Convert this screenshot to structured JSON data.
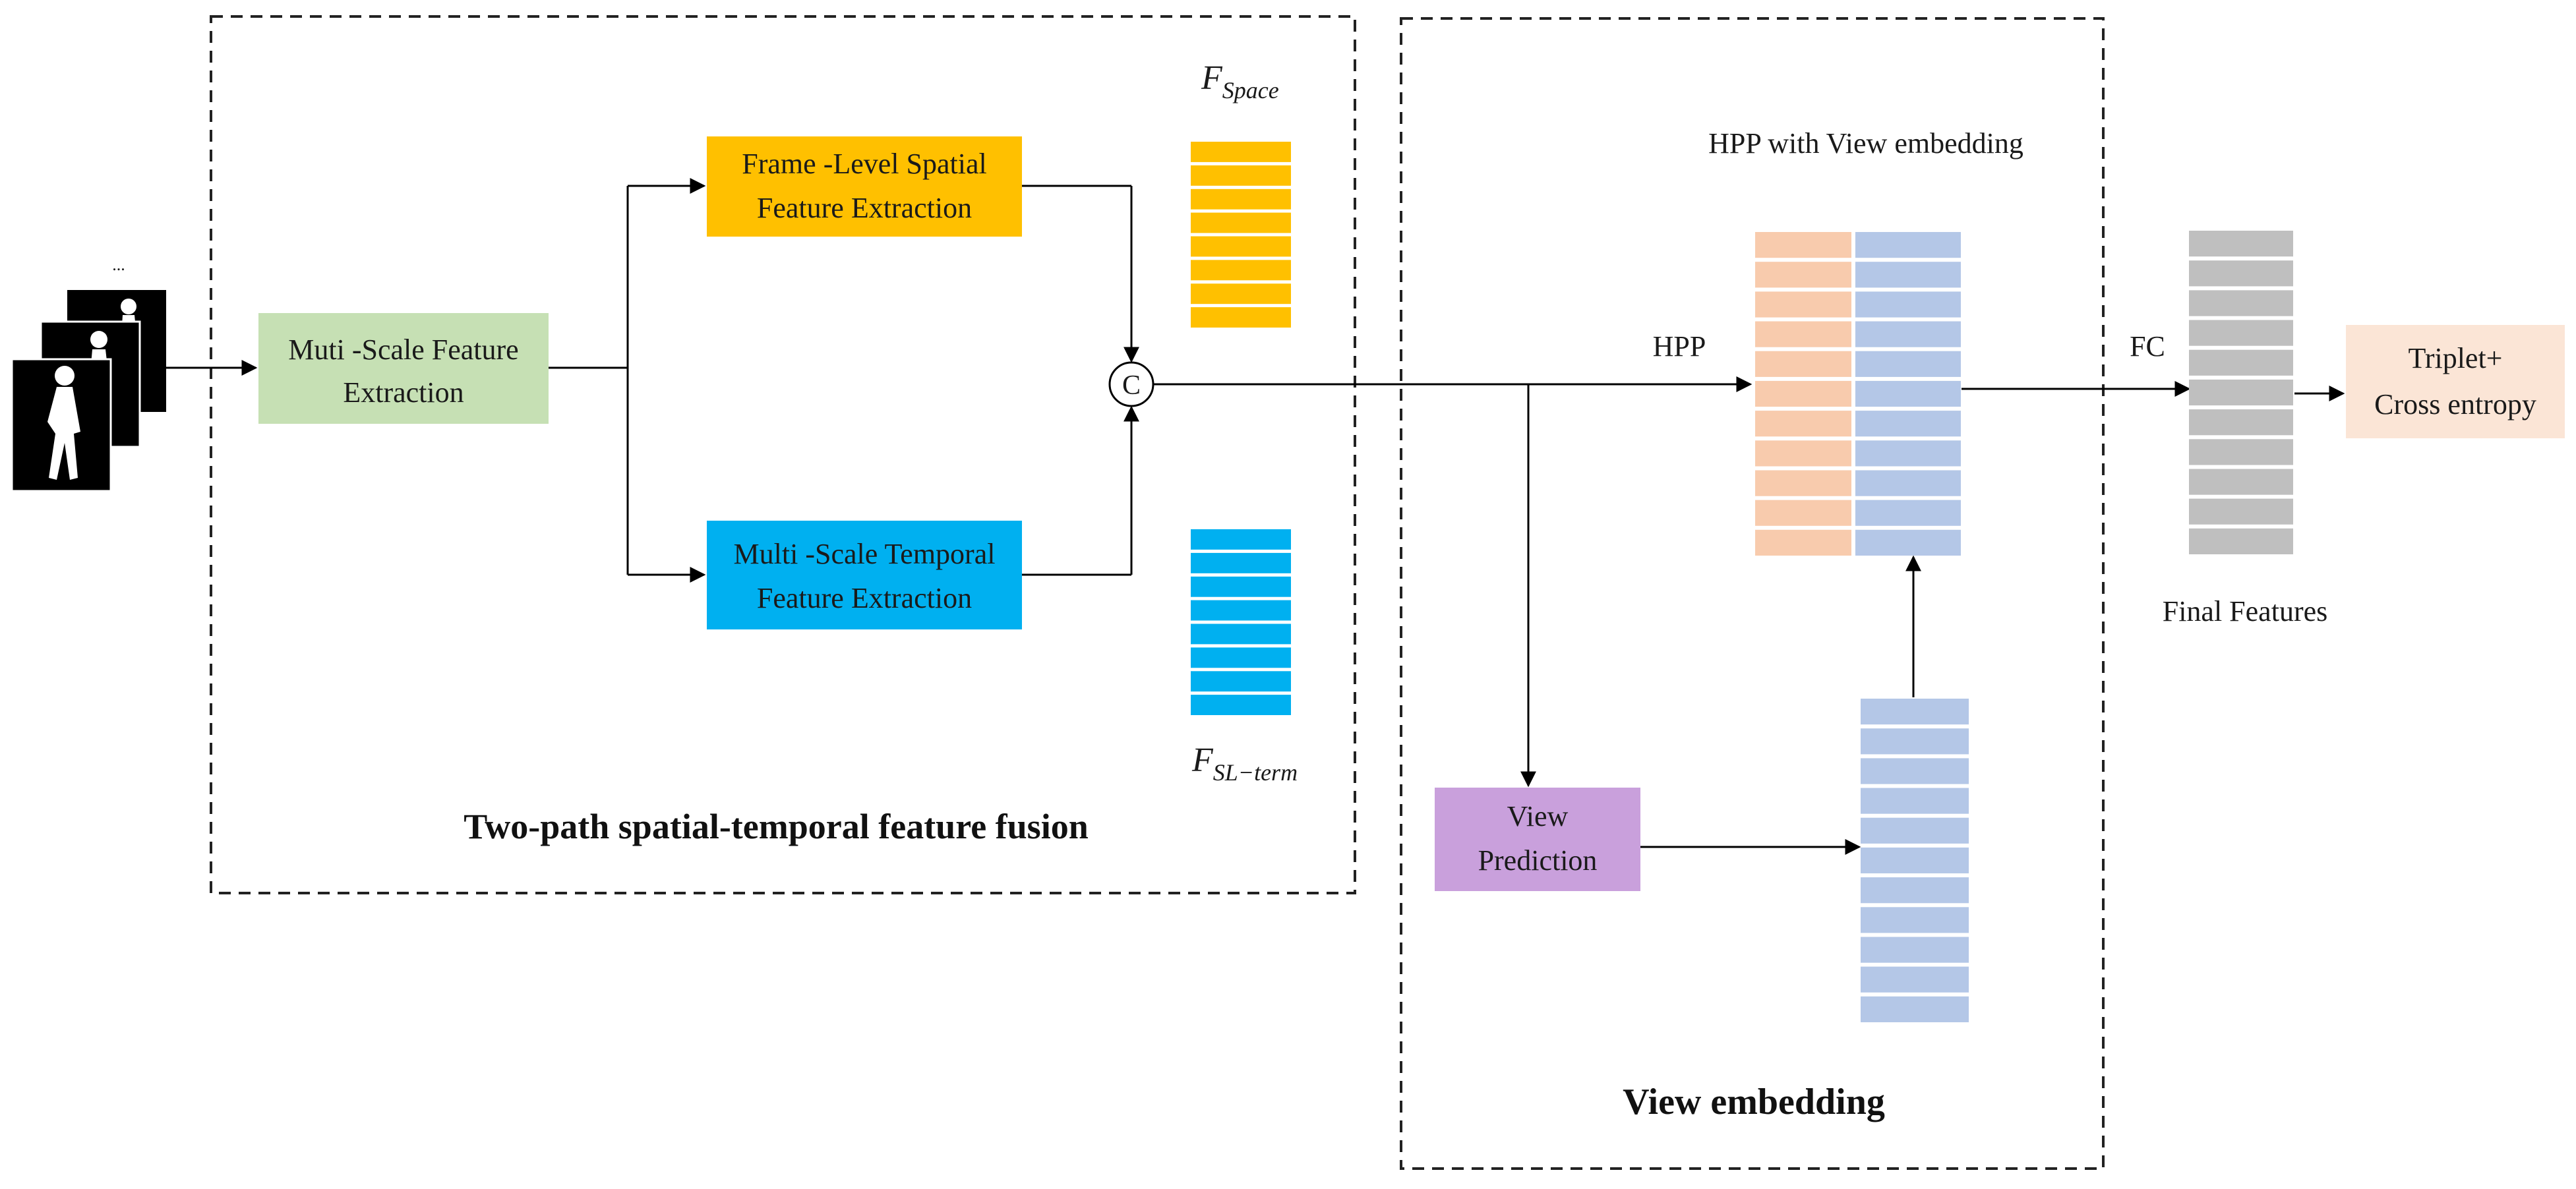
{
  "colors": {
    "green_box": "#c6e0b4",
    "orange_box": "#ffc000",
    "blue_box": "#00b0f0",
    "purple_box": "#c9a0dc",
    "peach_box": "#fbe5d6",
    "hpp_left": "#f8cbad",
    "hpp_right": "#b4c7e7",
    "gray_bars": "#bfbfbf",
    "line": "#000000"
  },
  "input": {
    "dots": "..."
  },
  "boxes": {
    "multi_scale": [
      "Muti -Scale Feature",
      "Extraction"
    ],
    "frame_level": [
      "Frame -Level Spatial",
      "Feature Extraction"
    ],
    "temporal": [
      "Multi -Scale Temporal",
      "Feature Extraction"
    ],
    "view_prediction": [
      "View",
      "Prediction"
    ],
    "triplet": [
      "Triplet+",
      "Cross entropy"
    ]
  },
  "concat_symbol": "C",
  "labels": {
    "f_space_main": "F",
    "f_space_sub": "Space",
    "f_sl_main": "F",
    "f_sl_sub": "SL−term",
    "hpp_view_title": "HPP with View embedding",
    "hpp": "HPP",
    "fc": "FC",
    "final_features": "Final Features"
  },
  "sections": {
    "left_title": "Two-path spatial-temporal feature fusion",
    "right_title": "View embedding"
  }
}
